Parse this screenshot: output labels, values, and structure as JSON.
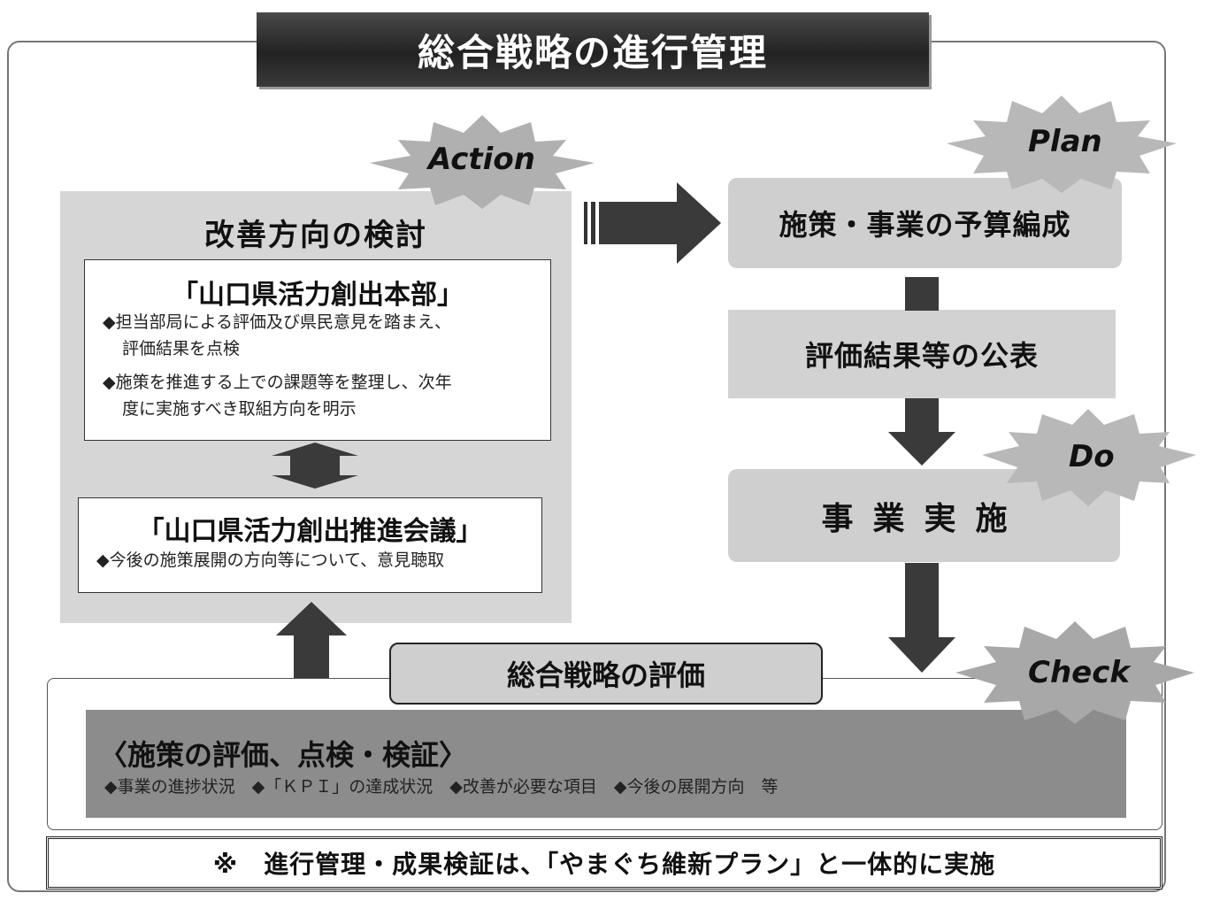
{
  "title": "総合戦略の進行管理",
  "pdca": {
    "action": "Action",
    "plan": "Plan",
    "do": "Do",
    "check": "Check"
  },
  "left": {
    "heading": "改善方向の検討",
    "hq": {
      "title": "「山口県活力創出本部」",
      "bullet1_line1": "◆担当部局による評価及び県民意見を踏まえ、",
      "bullet1_line2": "評価結果を点検",
      "bullet2_line1": "◆施策を推進する上での課題等を整理し、次年",
      "bullet2_line2": "度に実施すべき取組方向を明示"
    },
    "council": {
      "title": "「山口県活力創出推進会議」",
      "bullet": "◆今後の施策展開の方向等について、意見聴取"
    }
  },
  "right": {
    "plan_box": "施策・事業の予算編成",
    "publish_box": "評価結果等の公表",
    "do_box": "事業実施"
  },
  "evaluation": {
    "label": "総合戦略の評価",
    "heading": "〈施策の評価、点検・検証〉",
    "items": "◆事業の進捗状況　◆「ＫＰＩ」の達成状況　◆改善が必要な項目　◆今後の展開方向　等"
  },
  "footer": "※　進行管理・成果検証は、「やまぐち維新プラン」と一体的に実施"
}
